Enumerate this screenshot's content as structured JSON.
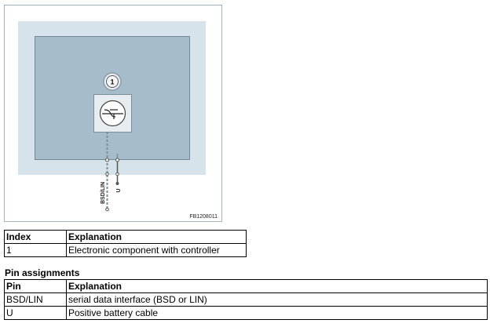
{
  "diagram": {
    "figure_code": "FB1208011",
    "index_marker": "1",
    "pins": [
      {
        "label": "BSD/LIN"
      },
      {
        "label": "U"
      }
    ]
  },
  "index_table": {
    "headers": [
      "Index",
      "Explanation"
    ],
    "rows": [
      [
        "1",
        "Electronic component with controller"
      ]
    ]
  },
  "pin_section": {
    "heading": "Pin assignments",
    "headers": [
      "Pin",
      "Explanation"
    ],
    "rows": [
      [
        "BSD/LIN",
        "serial data interface (BSD or LIN)"
      ],
      [
        "U",
        "Positive battery cable"
      ]
    ]
  }
}
